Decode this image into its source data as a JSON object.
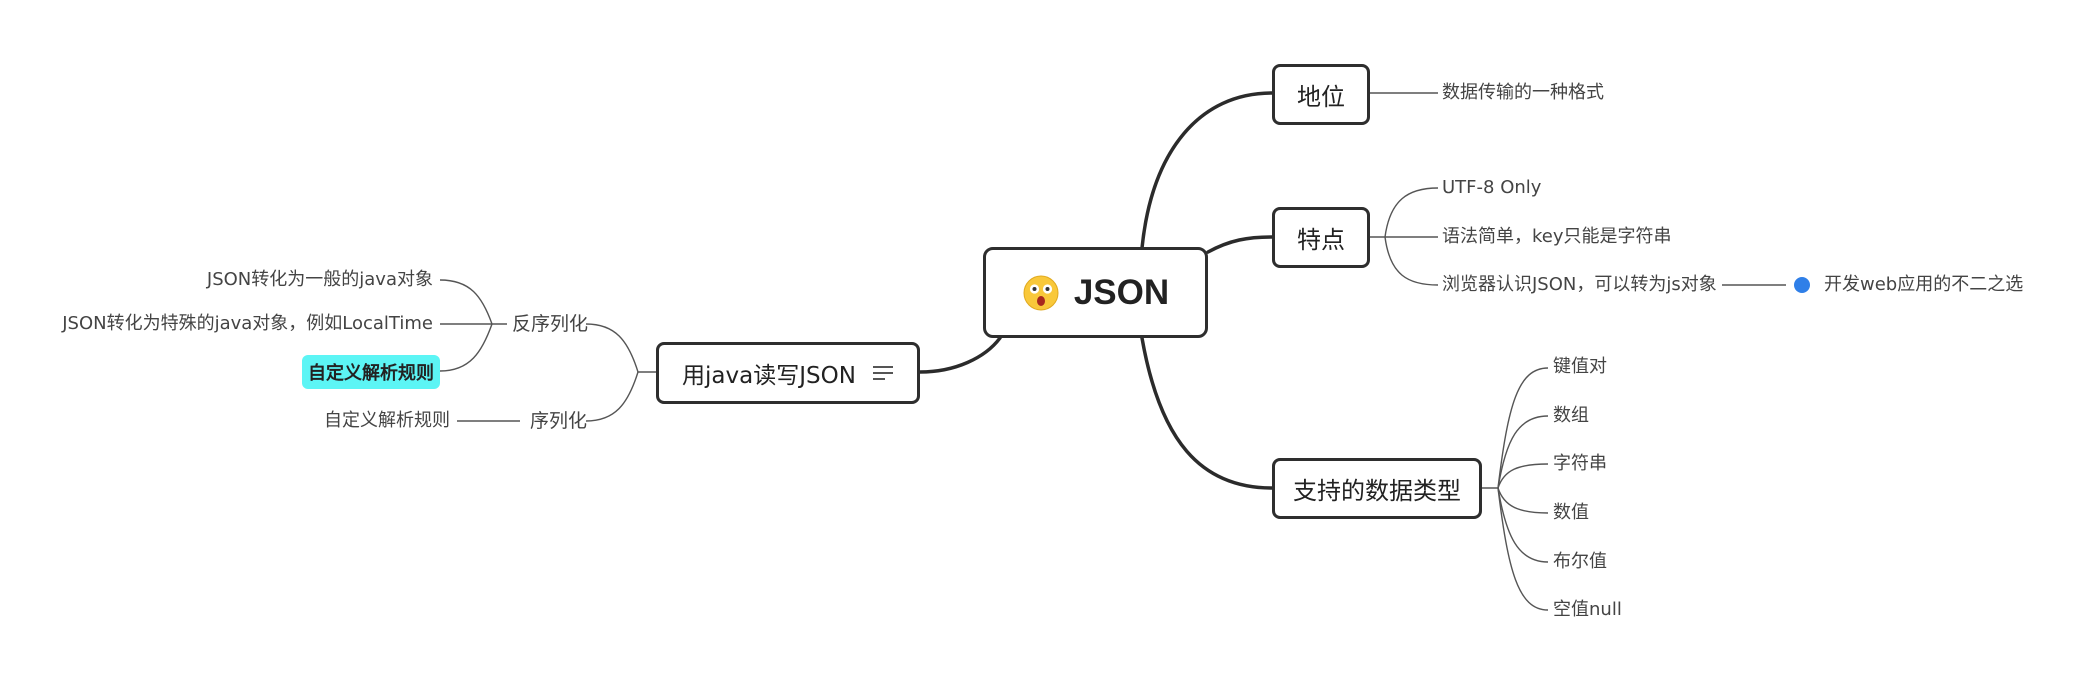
{
  "root": {
    "title": "JSON",
    "icon": "shocked-face-emoji-icon"
  },
  "left": {
    "main": "用java读写JSON",
    "main_icon": "notes-icon",
    "deserialize": {
      "label": "反序列化",
      "items": [
        "JSON转化为一般的java对象",
        "JSON转化为特殊的java对象，例如LocalTime",
        "自定义解析规则"
      ]
    },
    "serialize": {
      "label": "序列化",
      "items": [
        "自定义解析规则"
      ]
    },
    "highlight_color": "#5cf5f5"
  },
  "right": {
    "position": {
      "label": "地位",
      "items": [
        "数据传输的一种格式"
      ]
    },
    "features": {
      "label": "特点",
      "items": [
        "UTF-8 Only",
        "语法简单，key只能是字符串",
        "浏览器认识JSON，可以转为js对象"
      ],
      "extra": "开发web应用的不二之选",
      "extra_marker_color": "#2f7fe8"
    },
    "types": {
      "label": "支持的数据类型",
      "items": [
        "键值对",
        "数组",
        "字符串",
        "数值",
        "布尔值",
        "空值null"
      ]
    }
  }
}
